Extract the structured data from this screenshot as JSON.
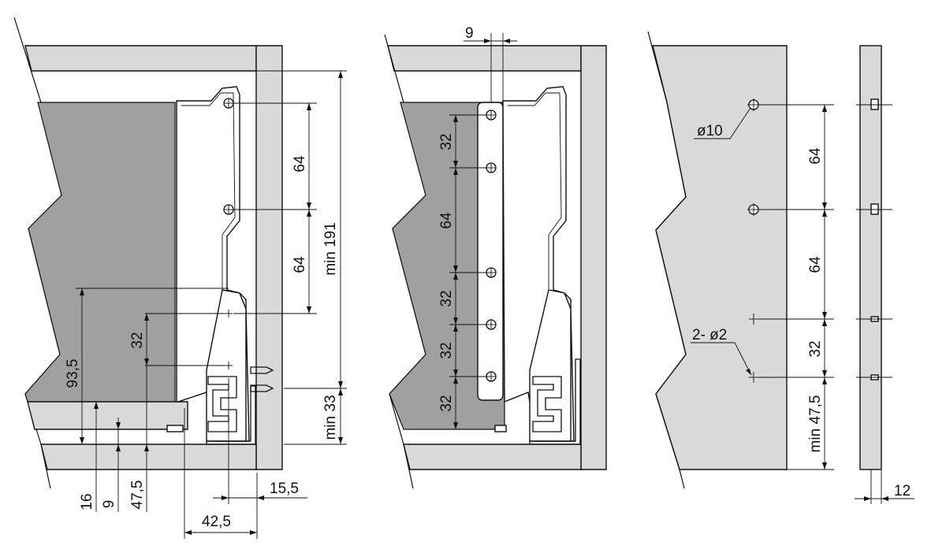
{
  "colors": {
    "cabinet": "#d9d9d9",
    "drawer_side": "#a0a0a0",
    "line": "#111111",
    "background": "#ffffff"
  },
  "view1": {
    "dim_64_upper": "64",
    "dim_64_lower": "64",
    "dim_min191": "min 191",
    "dim_32": "32",
    "dim_93_5": "93,5",
    "dim_min33": "min 33",
    "dim_16": "16",
    "dim_9": "9",
    "dim_47_5": "47,5",
    "dim_15_5": "15,5",
    "dim_42_5": "42,5"
  },
  "view2": {
    "dim_9_top": "9",
    "dim_32_a": "32",
    "dim_64": "64",
    "dim_32_b": "32",
    "dim_32_c": "32",
    "dim_32_d": "32"
  },
  "view3": {
    "label_phi10": "ø10",
    "label_2phi2": "2- ø2",
    "dim_64_upper": "64",
    "dim_64_lower": "64",
    "dim_32": "32",
    "dim_min47_5": "min 47,5",
    "dim_12": "12"
  }
}
